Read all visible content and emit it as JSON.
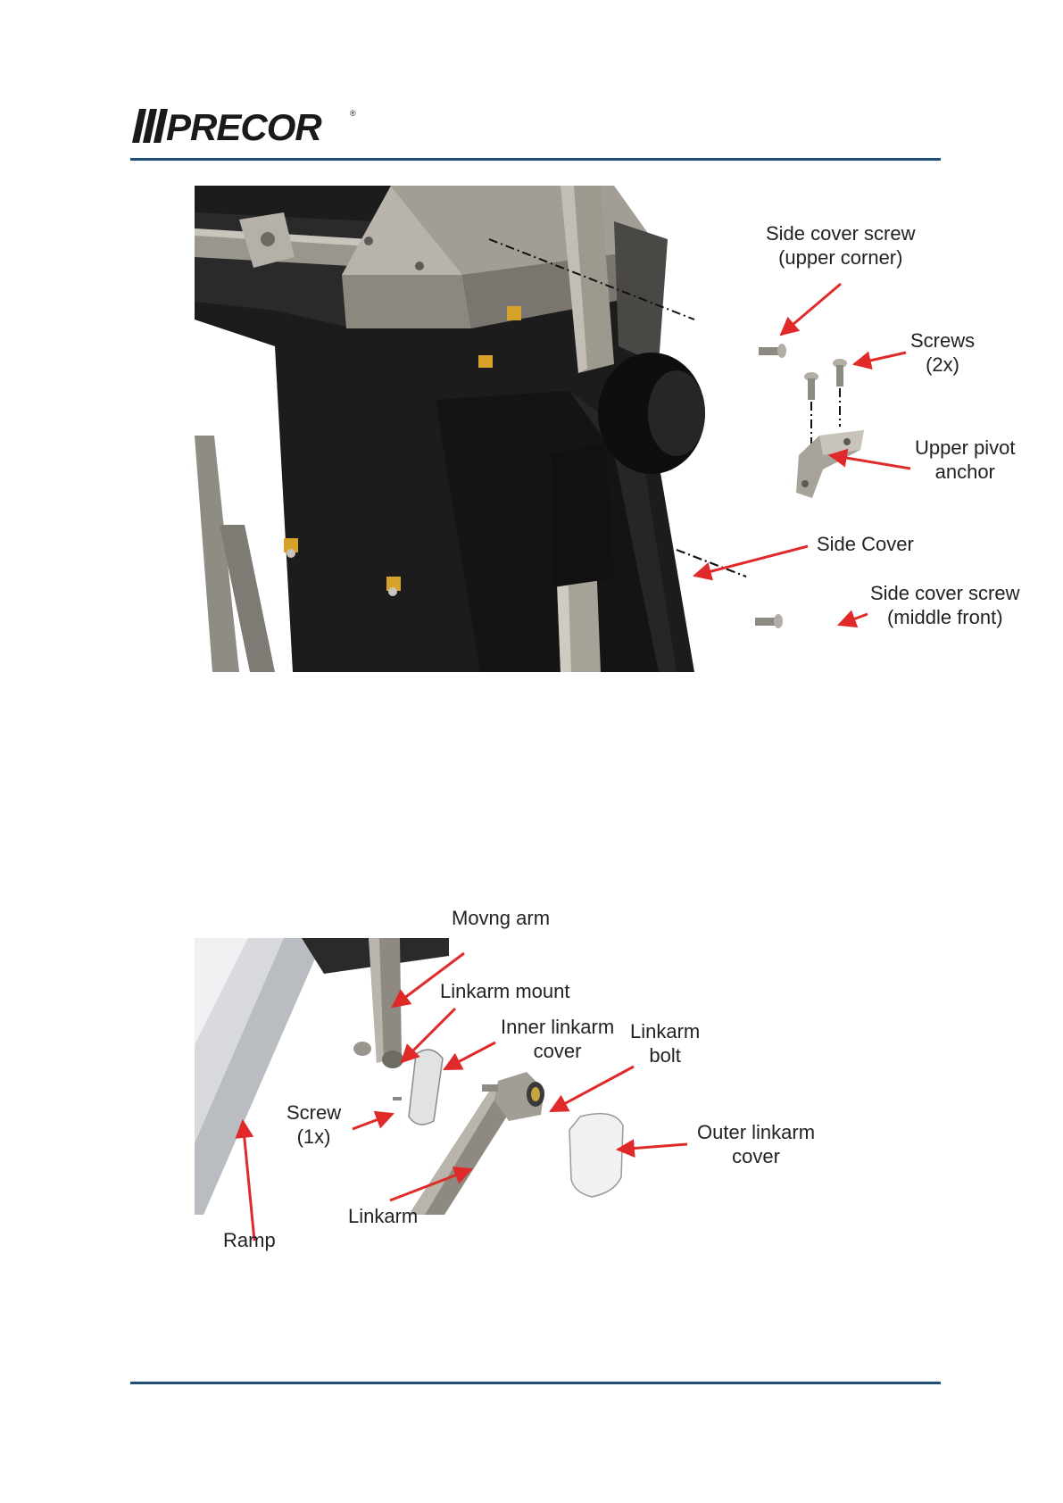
{
  "header": {
    "logo_text": "PRECOR"
  },
  "figure1": {
    "labels": {
      "side_cover_screw_upper_1": "Side cover screw",
      "side_cover_screw_upper_2": "(upper corner)",
      "screws_1": "Screws",
      "screws_2": "(2x)",
      "upper_pivot_anchor_1": "Upper pivot",
      "upper_pivot_anchor_2": "anchor",
      "side_cover": "Side Cover",
      "side_cover_screw_middle_1": "Side cover screw",
      "side_cover_screw_middle_2": "(middle front)"
    }
  },
  "figure2": {
    "labels": {
      "moving_arm": "Movng arm",
      "linkarm_mount": "Linkarm mount",
      "inner_linkarm_cover_1": "Inner linkarm",
      "inner_linkarm_cover_2": "cover",
      "linkarm_bolt_1": "Linkarm",
      "linkarm_bolt_2": "bolt",
      "screw_1": "Screw",
      "screw_2": "(1x)",
      "outer_linkarm_cover_1": "Outer linkarm",
      "outer_linkarm_cover_2": "cover",
      "ramp": "Ramp",
      "linkarm": "Linkarm"
    }
  },
  "colors": {
    "accent_rule": "#1f4e79",
    "callout_arrow": "#e02a2a",
    "logo": "#1a1a1a"
  }
}
